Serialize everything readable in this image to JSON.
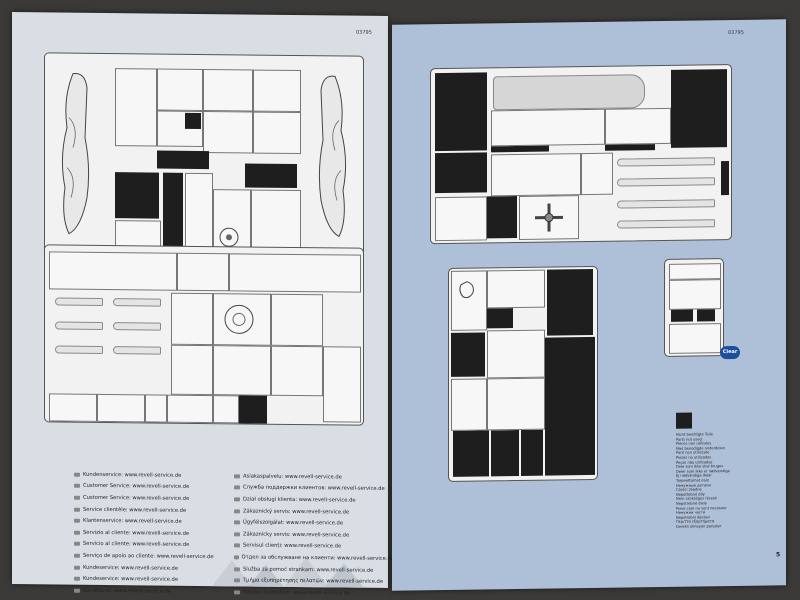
{
  "left_page": {
    "code": "03795",
    "service_lines_col1": [
      "Kundenservice: www.revell-service.de",
      "Customer Service: www.revell-service.de",
      "Customer Service: www.revell-service.de",
      "Service clientèle: www.revell-service.de",
      "Klantenservice: www.revell-service.de",
      "Servizio al cliente: www.revell-service.de",
      "Servicio al cliente: www.revell-service.de",
      "Serviço de apoio ao cliente: www.revell-service.de",
      "Kundeservice: www.revell-service.de",
      "Kundeservice: www.revell-service.de",
      "Kundtjänst: www.revell-service.de"
    ],
    "service_lines_col2": [
      "Asiakaspalvelu: www.revell-service.de",
      "Служба поддержки клиентов: www.revell-service.de",
      "Dział obsługi klienta: www.revell-service.de",
      "Zákaznický servis: www.revell-service.de",
      "Ügyfélszolgálat: www.revell-service.de",
      "Zákaznícky servis: www.revell-service.de",
      "Servisul clienți: www.revell-service.de",
      "Отдел за обслужване на клиенти: www.revell-service.de",
      "Služba za pomoć strankam: www.revell-service.de",
      "Τμήμα εξυπηρέτησης πελατών: www.revell-service.de",
      "Müşteri hizmetleri: www.revell-service.de"
    ]
  },
  "right_page": {
    "code": "03795",
    "bubble_label": "Clear",
    "page_number": "5",
    "legend_lines": [
      "Nicht benötigte Teile",
      "Parts not used",
      "Pièces non utilisées",
      "Niet benodigde onderdelen",
      "Parti non utilizzate",
      "Piezas no utilizadas",
      "Peças não utilizadas",
      "Dele som ikke skal bruges",
      "Deler som ikke er nødvendige",
      "Ej nödvändiga delar",
      "Tarpeettomat osat",
      "Ненужные детали",
      "Części zbędne",
      "Nepotřebné díly",
      "Nem szükséges részek",
      "Nepotrebné diely",
      "Piese care nu sunt necesare",
      "Ненужни части",
      "Nepotrebni dijelovi",
      "Περιττά εξαρτήματα",
      "Gerekli olmayan parçalar"
    ]
  }
}
